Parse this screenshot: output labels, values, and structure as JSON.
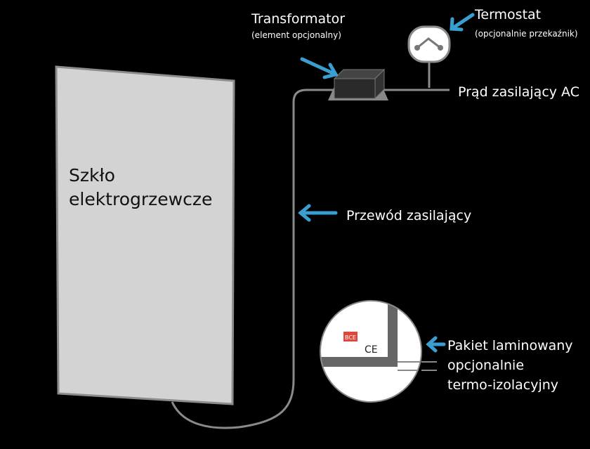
{
  "panel": {
    "line1": "Szkło",
    "line2": "elektrogrzewcze"
  },
  "transformer": {
    "title": "Transformator",
    "subtitle": "(element opcjonalny)"
  },
  "thermostat": {
    "title": "Termostat",
    "subtitle": "(opcjonalnie przekaźnik)"
  },
  "power": {
    "label": "Prąd zasilający AC"
  },
  "cable": {
    "label": "Przewód zasilający"
  },
  "laminate": {
    "line1": "Pakiet laminowany",
    "line2": "opcjonalnie",
    "line3": "termo-izolacyjny",
    "logo": "BCE",
    "ce_mark": "CE"
  },
  "colors": {
    "arrow": "#3a9fd0",
    "panel": "#d3d3d3",
    "background": "#000000"
  }
}
